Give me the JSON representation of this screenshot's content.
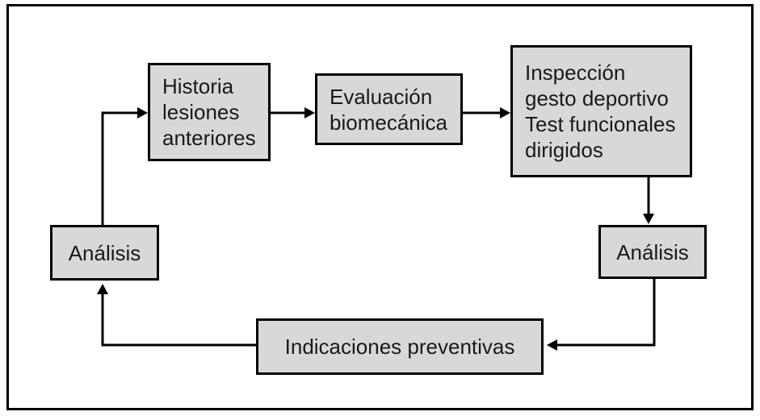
{
  "diagram": {
    "nodes": {
      "historia": {
        "label": "Historia\nlesiones\nanteriores"
      },
      "evaluacion": {
        "label": "Evaluación\nbiomecánica"
      },
      "inspeccion": {
        "label": "Inspección\ngesto deportivo\nTest funcionales\ndirigidos"
      },
      "analisis_left": {
        "label": "Análisis"
      },
      "analisis_right": {
        "label": "Análisis"
      },
      "indicaciones": {
        "label": "Indicaciones preventivas"
      }
    },
    "colors": {
      "node_fill": "#d8d8d8",
      "node_border": "#000000",
      "text": "#1a1a1a",
      "connector": "#000000",
      "background": "#ffffff"
    }
  }
}
